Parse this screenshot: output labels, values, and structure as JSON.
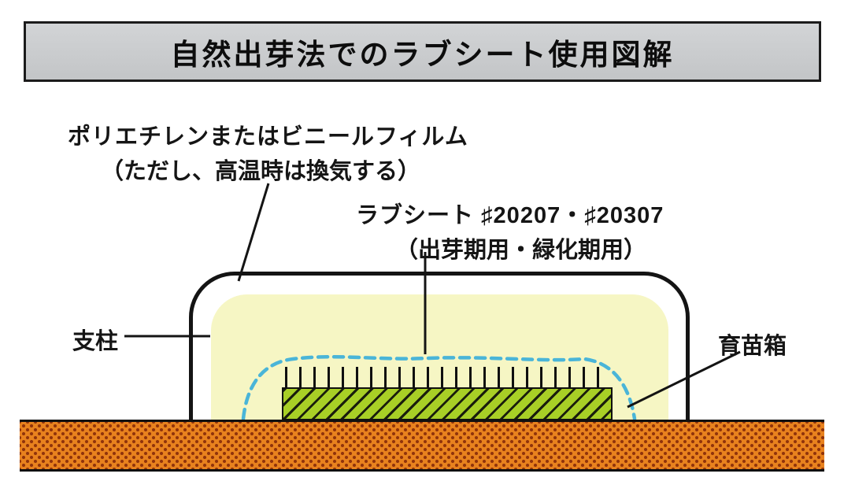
{
  "title": "自然出芽法でのラブシート使用図解",
  "annotations": {
    "film": {
      "line1": "ポリエチレンまたはビニールフィルム",
      "line2": "（ただし、高温時は換気する）"
    },
    "sheet": {
      "line1": "ラブシート ♯20207・♯20307",
      "line2": "（出芽期用・緑化期用）"
    },
    "support": "支柱",
    "seedling_box": "育苗箱"
  },
  "colors": {
    "title_background": "#c9cbcd",
    "tunnel_interior": "#f6f6c4",
    "sheet_dash_blue": "#4ab5d8",
    "seedling_box_green": "#a8cf26",
    "ground_orange": "#e8821e",
    "ground_dots": "#90330b"
  }
}
